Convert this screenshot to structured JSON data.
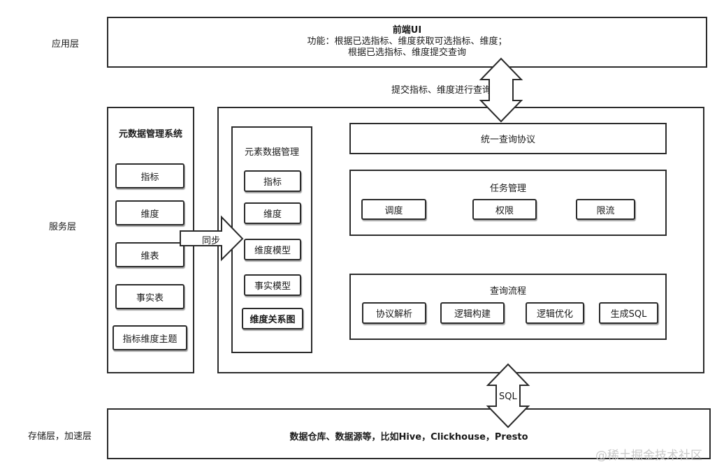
{
  "layers": {
    "application": "应用层",
    "service": "服务层",
    "storage": "存储层，加速层"
  },
  "frontend": {
    "title": "前端UI",
    "line1": "功能：根据已选指标、维度获取可选指标、维度；",
    "line2": "根据已选指标、维度提交查询"
  },
  "submit_label": "提交指标、维度进行查询",
  "meta_system": {
    "title": "元数据管理系统",
    "items": [
      "指标",
      "维度",
      "维表",
      "事实表",
      "指标维度主题"
    ]
  },
  "sync_label": "同步",
  "element_mgmt": {
    "title": "元素数据管理",
    "items": [
      "指标",
      "维度",
      "维度模型",
      "事实模型",
      "维度关系图"
    ]
  },
  "unified_protocol": "统一查询协议",
  "task_mgmt": {
    "title": "任务管理",
    "items": [
      "调度",
      "权限",
      "限流"
    ]
  },
  "query_flow": {
    "title": "查询流程",
    "items": [
      "协议解析",
      "逻辑构建",
      "逻辑优化",
      "生成SQL"
    ]
  },
  "sql_label": "SQL",
  "storage_text": "数据仓库、数据源等，比如Hive，Clickhouse，Presto",
  "watermark": "@稀土掘金技术社区"
}
